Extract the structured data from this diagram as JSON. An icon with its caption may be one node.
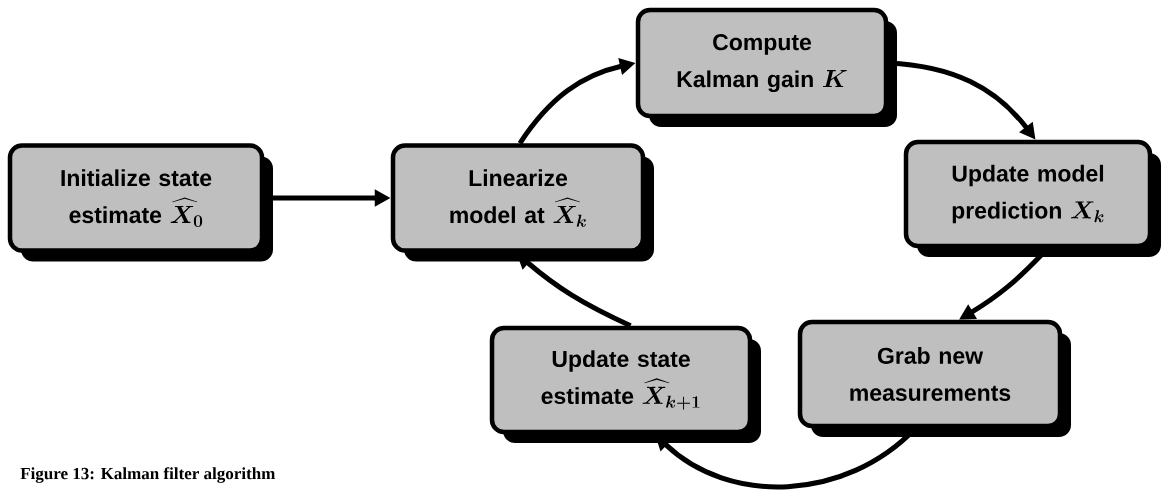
{
  "diagram": {
    "caption": "Figure 13: Kalman filter algorithm",
    "nodes": [
      {
        "text": [
          "Initialize state estimate",
          "\\boldsymbol{\\widehat{X}_{0}}"
        ]
      },
      {
        "text": [
          "Linearize model at",
          "\\boldsymbol{\\widehat{X}_{k}}"
        ]
      },
      {
        "text": [
          "Compute Kalman gain",
          "\\boldsymbol{K}"
        ]
      },
      {
        "text": [
          "Update model prediction",
          "\\boldsymbol{X_{k}}"
        ]
      },
      {
        "text": [
          "Grab new measurements"
        ]
      },
      {
        "text": [
          "Update state estimate",
          "\\boldsymbol{\\widehat{X}_{k+1}}"
        ]
      }
    ],
    "edges": [
      {
        "from": 0,
        "to": 1,
        "arrow": "to"
      },
      {
        "from": 1,
        "to": 2,
        "arrow": "to"
      },
      {
        "from": 2,
        "to": 3,
        "arrow": "to"
      },
      {
        "from": 3,
        "to": 4,
        "arrow": "to"
      },
      {
        "from": 4,
        "to": 5,
        "arrow": "to"
      },
      {
        "from": 5,
        "to": 1,
        "arrow": "to"
      }
    ]
  }
}
